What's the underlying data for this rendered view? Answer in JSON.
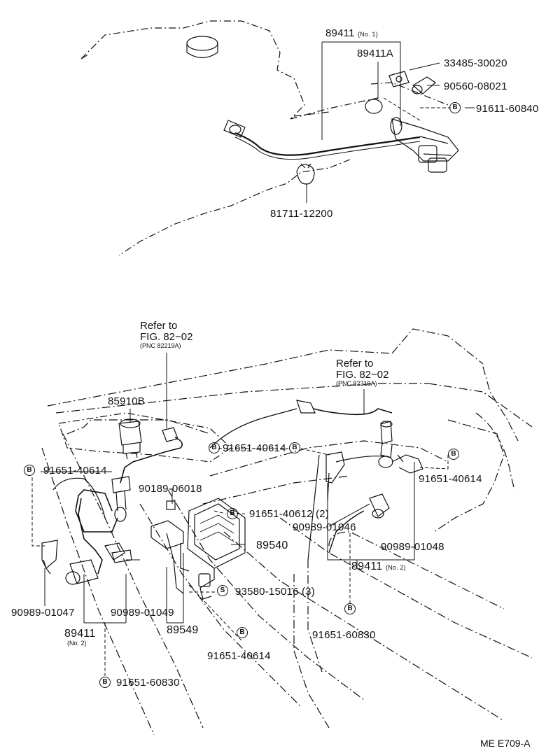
{
  "diagram": {
    "top_assembly": {
      "p_89411_no1": "89411",
      "p_89411_no1_sub": "(No. 1)",
      "p_89411A": "89411A",
      "p_33485": "33485-30020",
      "p_90560": "90560-08021",
      "p_91611": "91611-60840",
      "p_81711": "81711-12200"
    },
    "references": [
      {
        "line1": "Refer to",
        "line2": "FIG. 82−02",
        "sub": "(PNC 82219A)"
      },
      {
        "line1": "Refer to",
        "line2": "FIG. 82−02",
        "sub": "(PNC 82219A)"
      }
    ],
    "lower_assembly": {
      "p_85910B": "85910B",
      "p_91651_40614_a": "91651-40614",
      "p_91651_40614_b": "91651-40614",
      "p_91651_40614_c": "91651-40614",
      "p_91651_40614_d": "91651-40614",
      "p_90189": "90189-06018",
      "p_91651_40612": "91651-40612 (2)",
      "p_90989_01046": "90989-01046",
      "p_89540": "89540",
      "p_90989_01048": "90989-01048",
      "p_89411_no2_right": "89411",
      "p_89411_no2_right_sub": "(No. 2)",
      "p_93580": "93580-15016 (3)",
      "p_90989_01047": "90989-01047",
      "p_90989_01049": "90989-01049",
      "p_89411_no2_left": "89411",
      "p_89411_no2_left_sub": "(No. 2)",
      "p_89549": "89549",
      "p_91651_60830_a": "91651-60830",
      "p_91651_60830_b": "91651-60830"
    },
    "badges": {
      "bolt": "B",
      "screw": "S"
    },
    "diagram_code": "ME E709-A"
  }
}
